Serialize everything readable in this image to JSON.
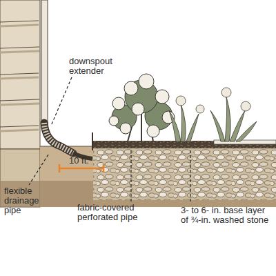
{
  "diagram": {
    "labels": [
      "downspout extender",
      "10 ft.",
      "flexible drainage pipe",
      "fabric-covered perforated pipe",
      "3- to 6- in. base layer of ¾-in. washed stone"
    ]
  }
}
